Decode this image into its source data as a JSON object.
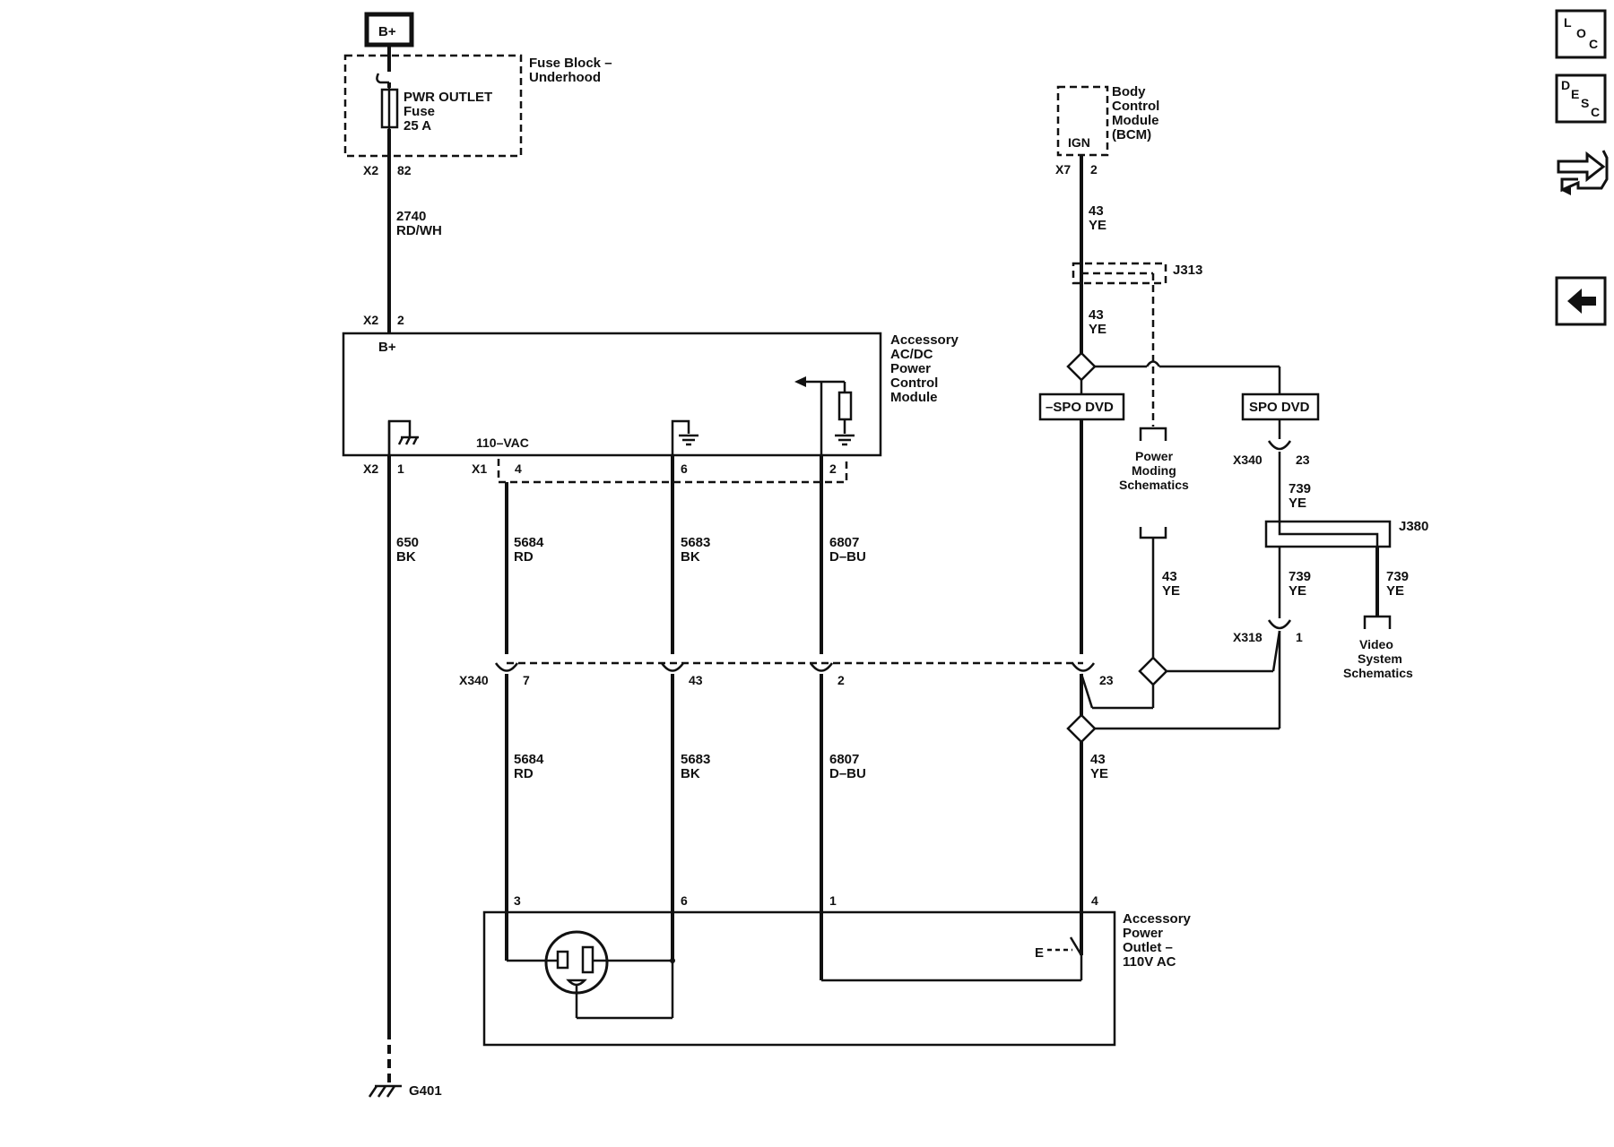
{
  "fuse_block": {
    "battery_label": "B+",
    "name_line1": "Fuse Block –",
    "name_line2": "Underhood",
    "fuse_line1": "PWR OUTLET",
    "fuse_line2": "Fuse",
    "fuse_line3": "25 A",
    "connector": "X2",
    "pin": "82"
  },
  "wire_2740": {
    "circuit": "2740",
    "color": "RD/WH"
  },
  "apcm": {
    "name_line1": "Accessory",
    "name_line2": "AC/DC",
    "name_line3": "Power",
    "name_line4": "Control",
    "name_line5": "Module",
    "input_connector": "X2",
    "input_pin": "2",
    "bplus_label": "B+",
    "vac_label": "110–VAC",
    "ground_connector": "X2",
    "ground_pin": "1",
    "out_connector": "X1",
    "pin_a": "4",
    "pin_b": "6",
    "pin_c": "2"
  },
  "wire_650": {
    "circuit": "650",
    "color": "BK"
  },
  "wire_5684": {
    "circuit": "5684",
    "color": "RD"
  },
  "wire_5683": {
    "circuit": "5683",
    "color": "BK"
  },
  "wire_6807": {
    "circuit": "6807",
    "color": "D–BU"
  },
  "x340_row": {
    "connector": "X340",
    "pin_a": "7",
    "pin_b": "43",
    "pin_c": "2",
    "pin_d": "23"
  },
  "ground": {
    "label": "G401"
  },
  "outlet": {
    "name_line1": "Accessory",
    "name_line2": "Power",
    "name_line3": "Outlet –",
    "name_line4": "110V AC",
    "pin_a": "3",
    "pin_b": "6",
    "pin_c": "1",
    "pin_d": "4",
    "switch_label": "E"
  },
  "bcm": {
    "name_line1": "Body",
    "name_line2": "Control",
    "name_line3": "Module",
    "name_line4": "(BCM)",
    "ign_label": "IGN",
    "connector": "X7",
    "pin": "2"
  },
  "wire_43_a": {
    "circuit": "43",
    "color": "YE"
  },
  "wire_43_b": {
    "circuit": "43",
    "color": "YE"
  },
  "wire_43_c": {
    "circuit": "43",
    "color": "YE"
  },
  "wire_43_d": {
    "circuit": "43",
    "color": "YE"
  },
  "splice_j313": "J313",
  "splice_j380": "J380",
  "option_nspo": "–SPO DVD",
  "option_spo": "SPO DVD",
  "power_moding": {
    "line1": "Power",
    "line2": "Moding",
    "line3": "Schematics"
  },
  "video_system": {
    "line1": "Video",
    "line2": "System",
    "line3": "Schematics"
  },
  "x340_spo": {
    "connector": "X340",
    "pin": "23"
  },
  "x318": {
    "connector": "X318",
    "pin": "1"
  },
  "wire_739_a": {
    "circuit": "739",
    "color": "YE"
  },
  "wire_739_b": {
    "circuit": "739",
    "color": "YE"
  },
  "wire_739_c": {
    "circuit": "739",
    "color": "YE"
  },
  "nav": {
    "loc_l": "L",
    "loc_o": "O",
    "loc_c": "C",
    "desc_d": "D",
    "desc_e": "E",
    "desc_s": "S",
    "desc_c": "C"
  }
}
